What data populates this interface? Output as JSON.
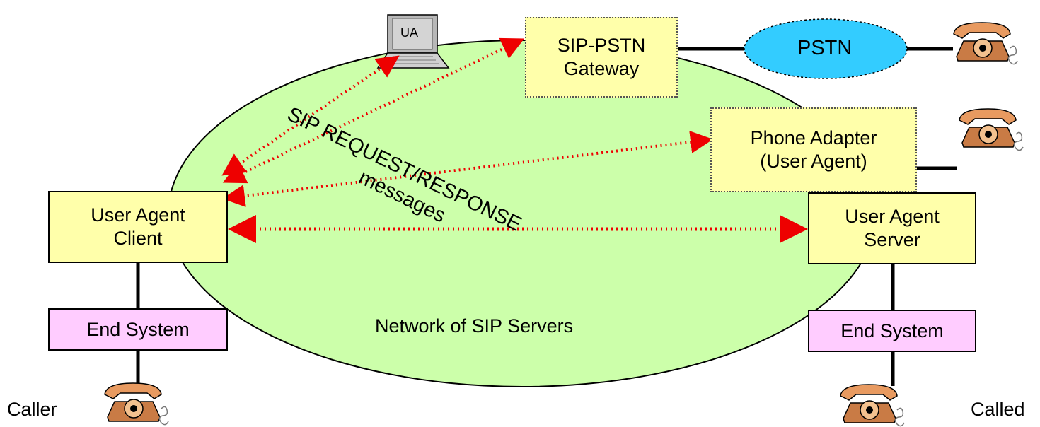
{
  "network_label": "Network of SIP Servers",
  "messages_label_line1": "SIP REQUEST/RESPONSE",
  "messages_label_line2": "messages",
  "ua_laptop_label": "UA",
  "gateway": {
    "line1": "SIP-PSTN",
    "line2": "Gateway"
  },
  "pstn_label": "PSTN",
  "phone_adapter": {
    "line1": "Phone Adapter",
    "line2": "(User Agent)"
  },
  "uac": {
    "line1": "User Agent",
    "line2": "Client"
  },
  "uas": {
    "line1": "User Agent",
    "line2": "Server"
  },
  "end_system_left": "End System",
  "end_system_right": "End System",
  "caller_label": "Caller",
  "called_label": "Called",
  "colors": {
    "network_fill": "#ccffaa",
    "node_fill": "#ffffaa",
    "end_system_fill": "#ffccff",
    "pstn_fill": "#33ccff",
    "arrow": "#ee0000",
    "phone": "#e09a5c"
  }
}
